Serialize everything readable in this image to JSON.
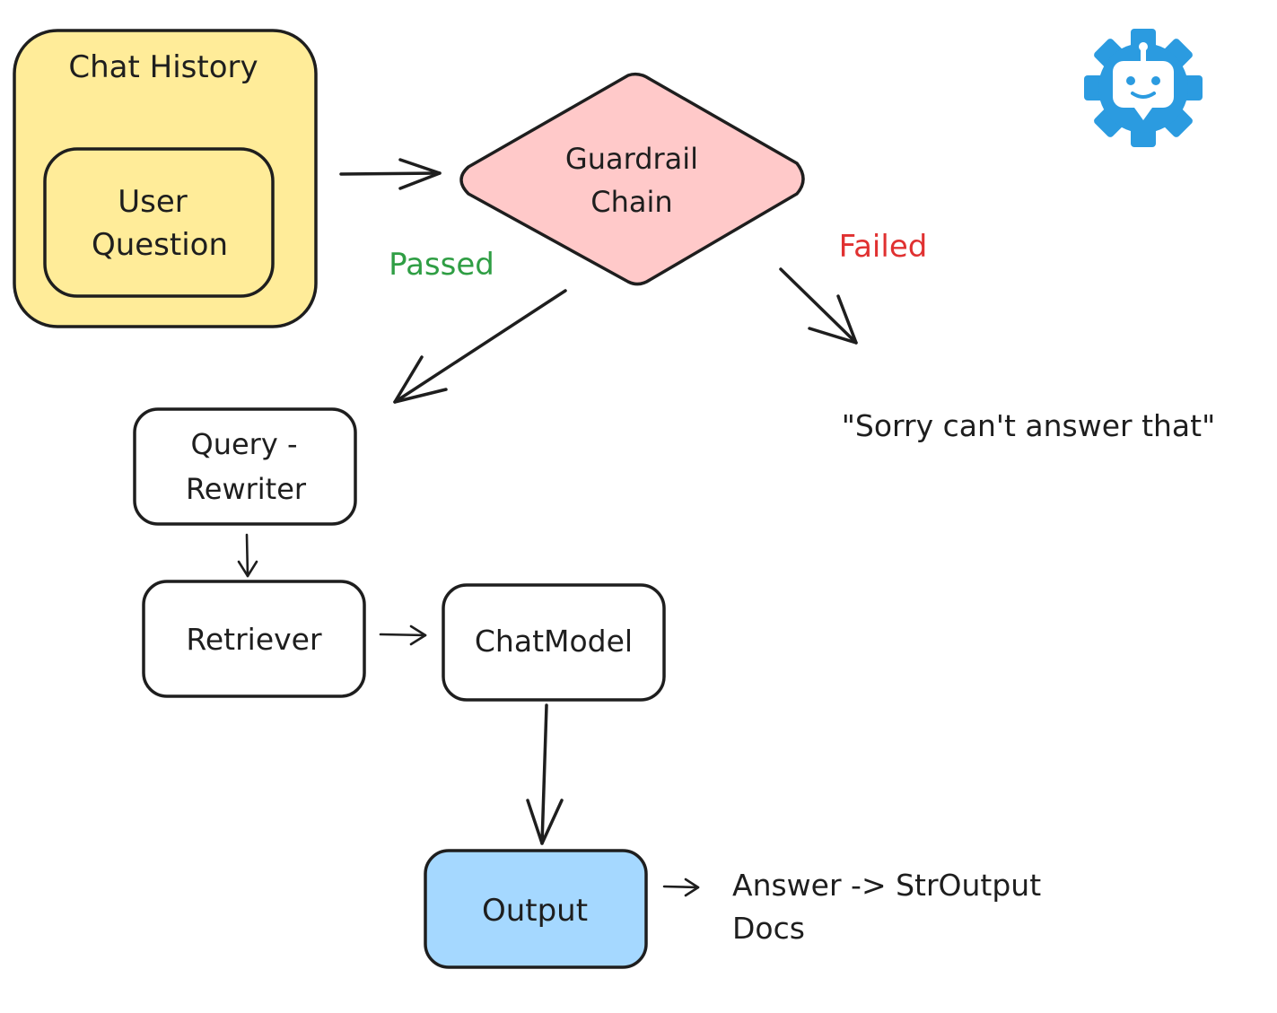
{
  "nodes": {
    "chat_history": {
      "label": "Chat History",
      "fill": "#ffec99"
    },
    "user_question": {
      "line1": "User",
      "line2": "Question",
      "fill": "#ffec99"
    },
    "guardrail": {
      "line1": "Guardrail",
      "line2": "Chain",
      "fill": "#ffc9c9"
    },
    "query_rewriter": {
      "line1": "Query -",
      "line2": "Rewriter",
      "fill": "#ffffff"
    },
    "retriever": {
      "label": "Retriever",
      "fill": "#ffffff"
    },
    "chat_model": {
      "label": "ChatModel",
      "fill": "#ffffff"
    },
    "output": {
      "label": "Output",
      "fill": "#a5d8ff"
    }
  },
  "edges": {
    "passed": {
      "label": "Passed",
      "color": "#2f9e44"
    },
    "failed": {
      "label": "Failed",
      "color": "#e03131"
    }
  },
  "texts": {
    "sorry": "\"Sorry can't answer that\"",
    "output_line1": "Answer -> StrOutput",
    "output_line2": "Docs"
  },
  "logo": {
    "icon": "robot-gear-icon",
    "color": "#2b9be0"
  }
}
